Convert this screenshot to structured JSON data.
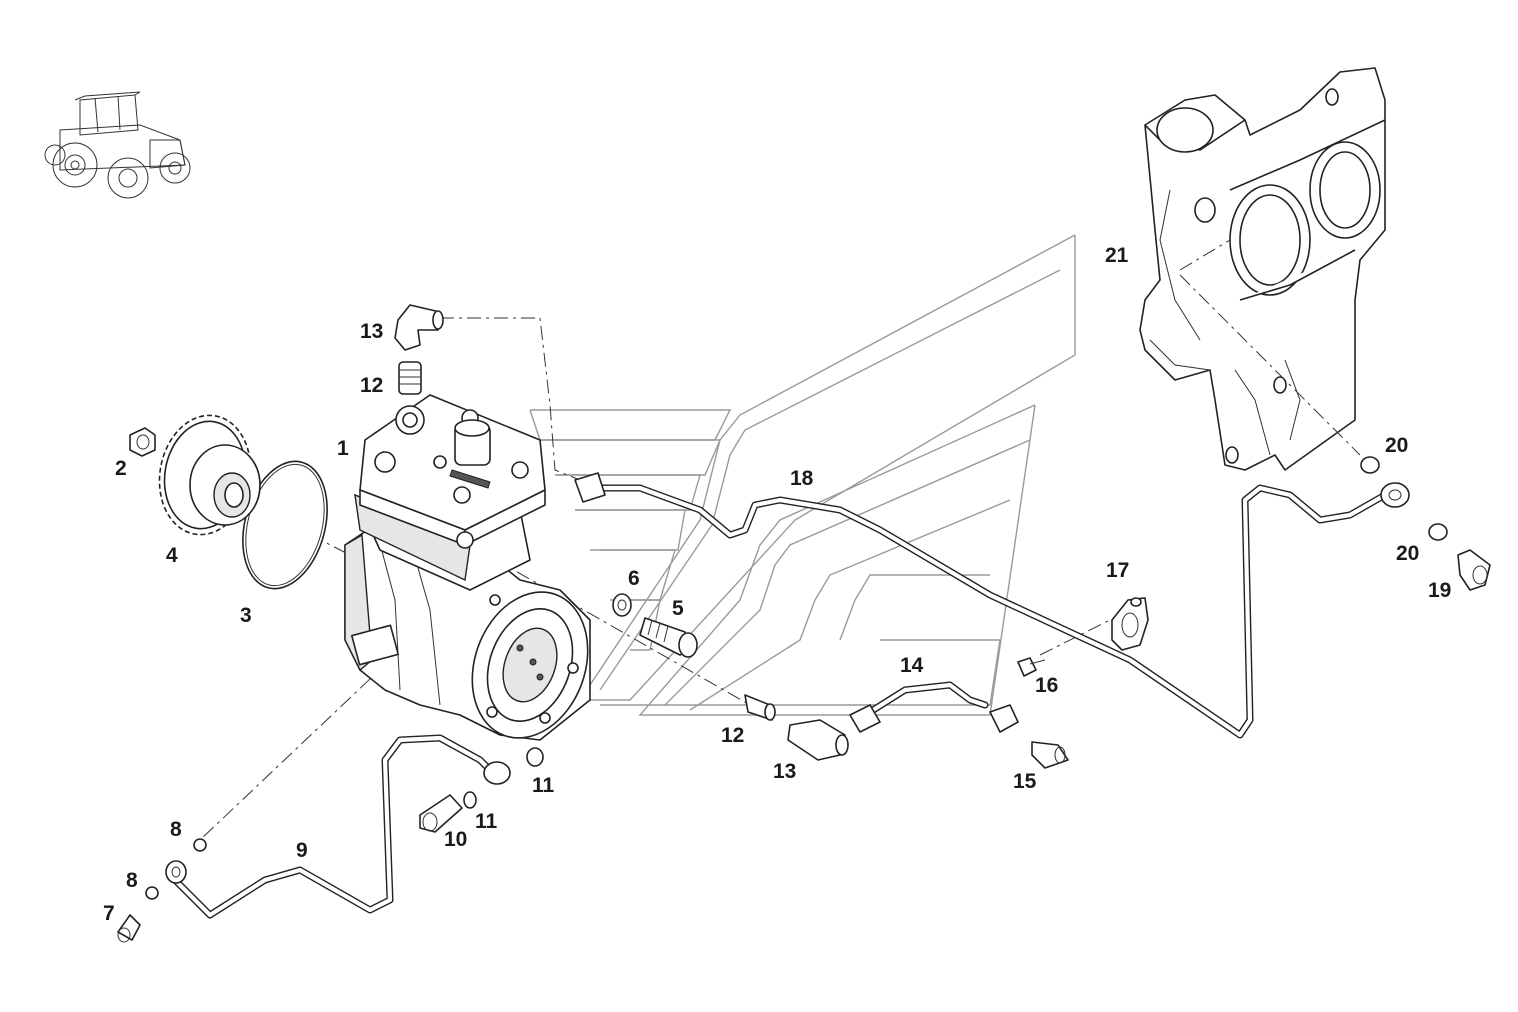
{
  "diagram": {
    "callouts": [
      {
        "id": "c1",
        "text": "1"
      },
      {
        "id": "c2",
        "text": "2"
      },
      {
        "id": "c3",
        "text": "3"
      },
      {
        "id": "c4",
        "text": "4"
      },
      {
        "id": "c5",
        "text": "5"
      },
      {
        "id": "c6",
        "text": "6"
      },
      {
        "id": "c7",
        "text": "7"
      },
      {
        "id": "c8a",
        "text": "8"
      },
      {
        "id": "c8b",
        "text": "8"
      },
      {
        "id": "c9",
        "text": "9"
      },
      {
        "id": "c10",
        "text": "10"
      },
      {
        "id": "c11a",
        "text": "11"
      },
      {
        "id": "c11b",
        "text": "11"
      },
      {
        "id": "c12a",
        "text": "12"
      },
      {
        "id": "c12b",
        "text": "12"
      },
      {
        "id": "c13a",
        "text": "13"
      },
      {
        "id": "c13b",
        "text": "13"
      },
      {
        "id": "c14",
        "text": "14"
      },
      {
        "id": "c15",
        "text": "15"
      },
      {
        "id": "c16",
        "text": "16"
      },
      {
        "id": "c17",
        "text": "17"
      },
      {
        "id": "c18",
        "text": "18"
      },
      {
        "id": "c19",
        "text": "19"
      },
      {
        "id": "c20a",
        "text": "20"
      },
      {
        "id": "c20b",
        "text": "20"
      },
      {
        "id": "c21",
        "text": "21"
      }
    ],
    "icons": [
      "tractor-icon"
    ],
    "colors": {
      "line": "#222222",
      "watermark": "#9a9a9a",
      "background": "#ffffff"
    }
  }
}
